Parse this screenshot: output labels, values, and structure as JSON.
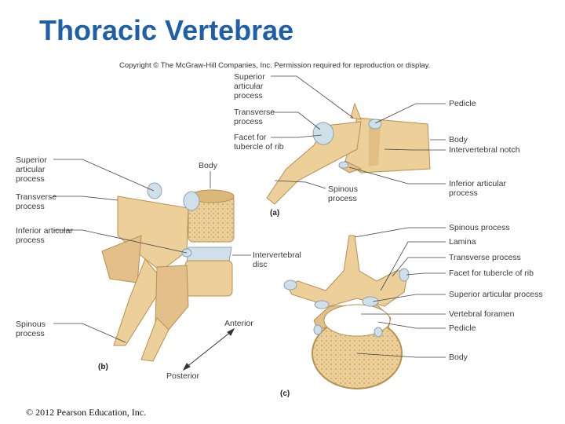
{
  "title": "Thoracic Vertebrae",
  "copyright_top": "Copyright © The McGraw-Hill Companies, Inc. Permission required for reproduction or display.",
  "footer": "© 2012 Pearson Education, Inc.",
  "colors": {
    "title": "#1f5fa8",
    "bone": "#eccf99",
    "bone_shadow": "#c9a35f",
    "cartilage": "#cfe0ea",
    "leader": "#444444"
  },
  "panel_a": {
    "letter": "(a)",
    "labels": {
      "superior_articular": "Superior\narticular\nprocess",
      "transverse": "Transverse\nprocess",
      "facet_tubercle": "Facet for\ntubercle of rib",
      "spinous": "Spinous\nprocess",
      "pedicle": "Pedicle",
      "body": "Body",
      "intervertebral_notch": "Intervertebral notch",
      "inferior_articular": "Inferior articular\nprocess"
    }
  },
  "panel_b": {
    "letter": "(b)",
    "labels": {
      "superior_articular": "Superior\narticular\nprocess",
      "transverse": "Transverse\nprocess",
      "inferior_articular": "Inferior articular\nprocess",
      "spinous": "Spinous\nprocess",
      "body": "Body",
      "intervertebral_disc": "Intervertebral\ndisc",
      "anterior": "Anterior",
      "posterior": "Posterior"
    }
  },
  "panel_c": {
    "letter": "(c)",
    "labels": {
      "spinous": "Spinous process",
      "lamina": "Lamina",
      "transverse": "Transverse process",
      "facet_tubercle": "Facet for tubercle of rib",
      "superior_articular": "Superior articular process",
      "vertebral_foramen": "Vertebral foramen",
      "pedicle": "Pedicle",
      "body": "Body"
    }
  }
}
